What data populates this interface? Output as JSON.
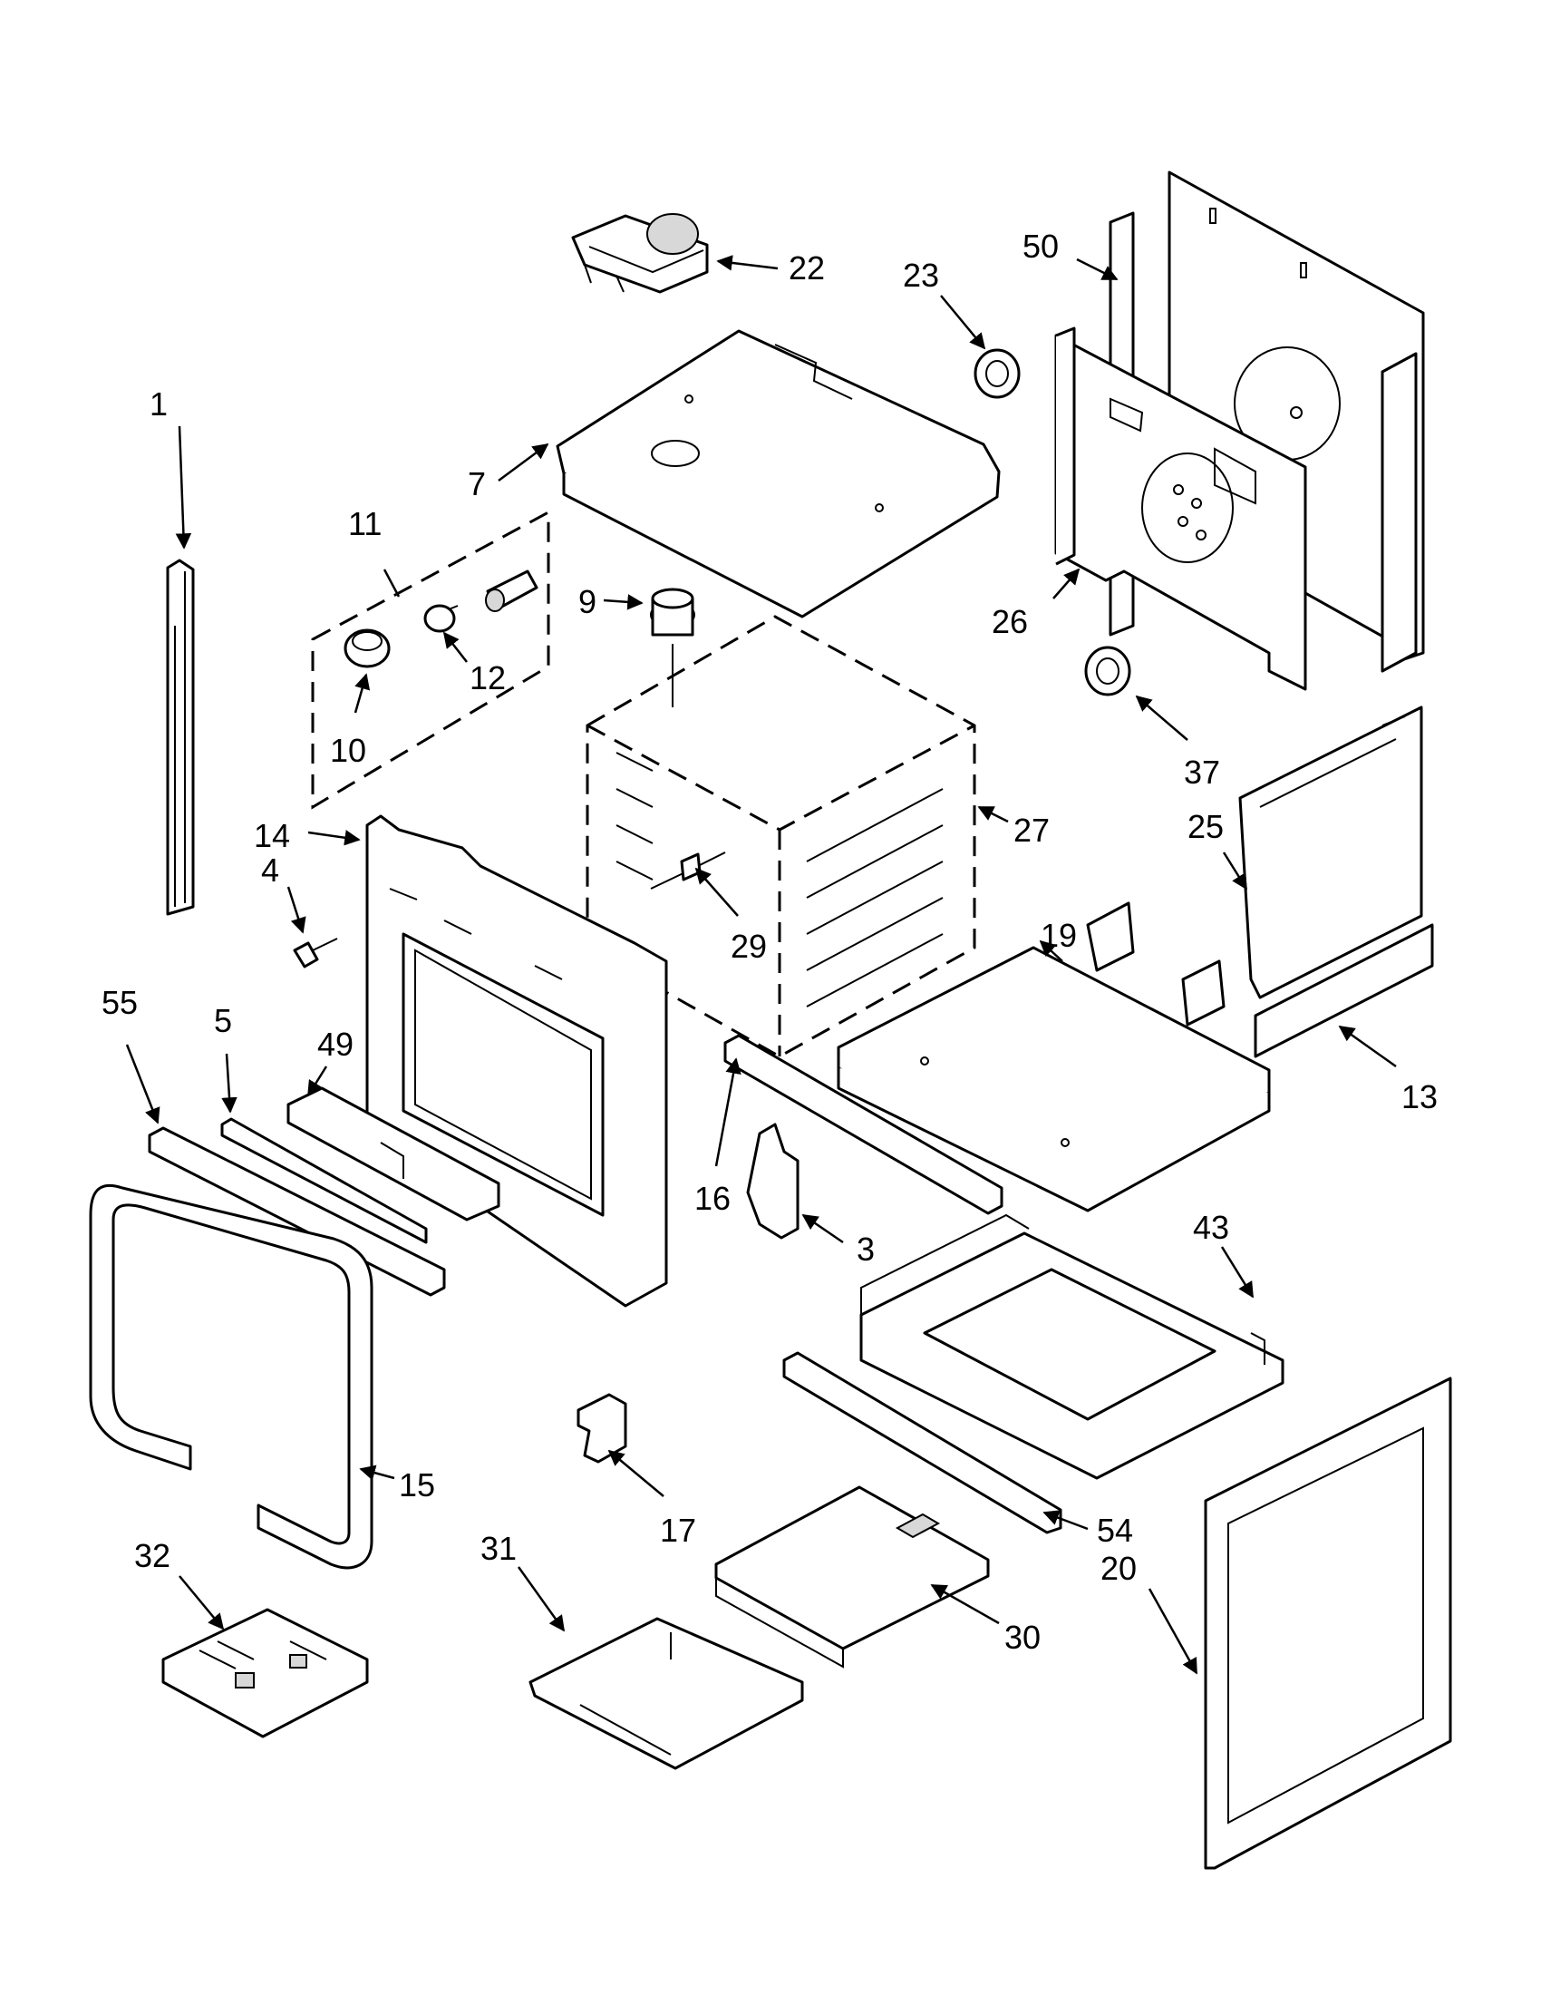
{
  "callouts": [
    "1",
    "3",
    "4",
    "5",
    "7",
    "9",
    "10",
    "11",
    "12",
    "13",
    "14",
    "15",
    "16",
    "17",
    "19",
    "20",
    "22",
    "23",
    "25",
    "26",
    "27",
    "29",
    "30",
    "31",
    "32",
    "37",
    "43",
    "49",
    "50",
    "54",
    "55"
  ]
}
